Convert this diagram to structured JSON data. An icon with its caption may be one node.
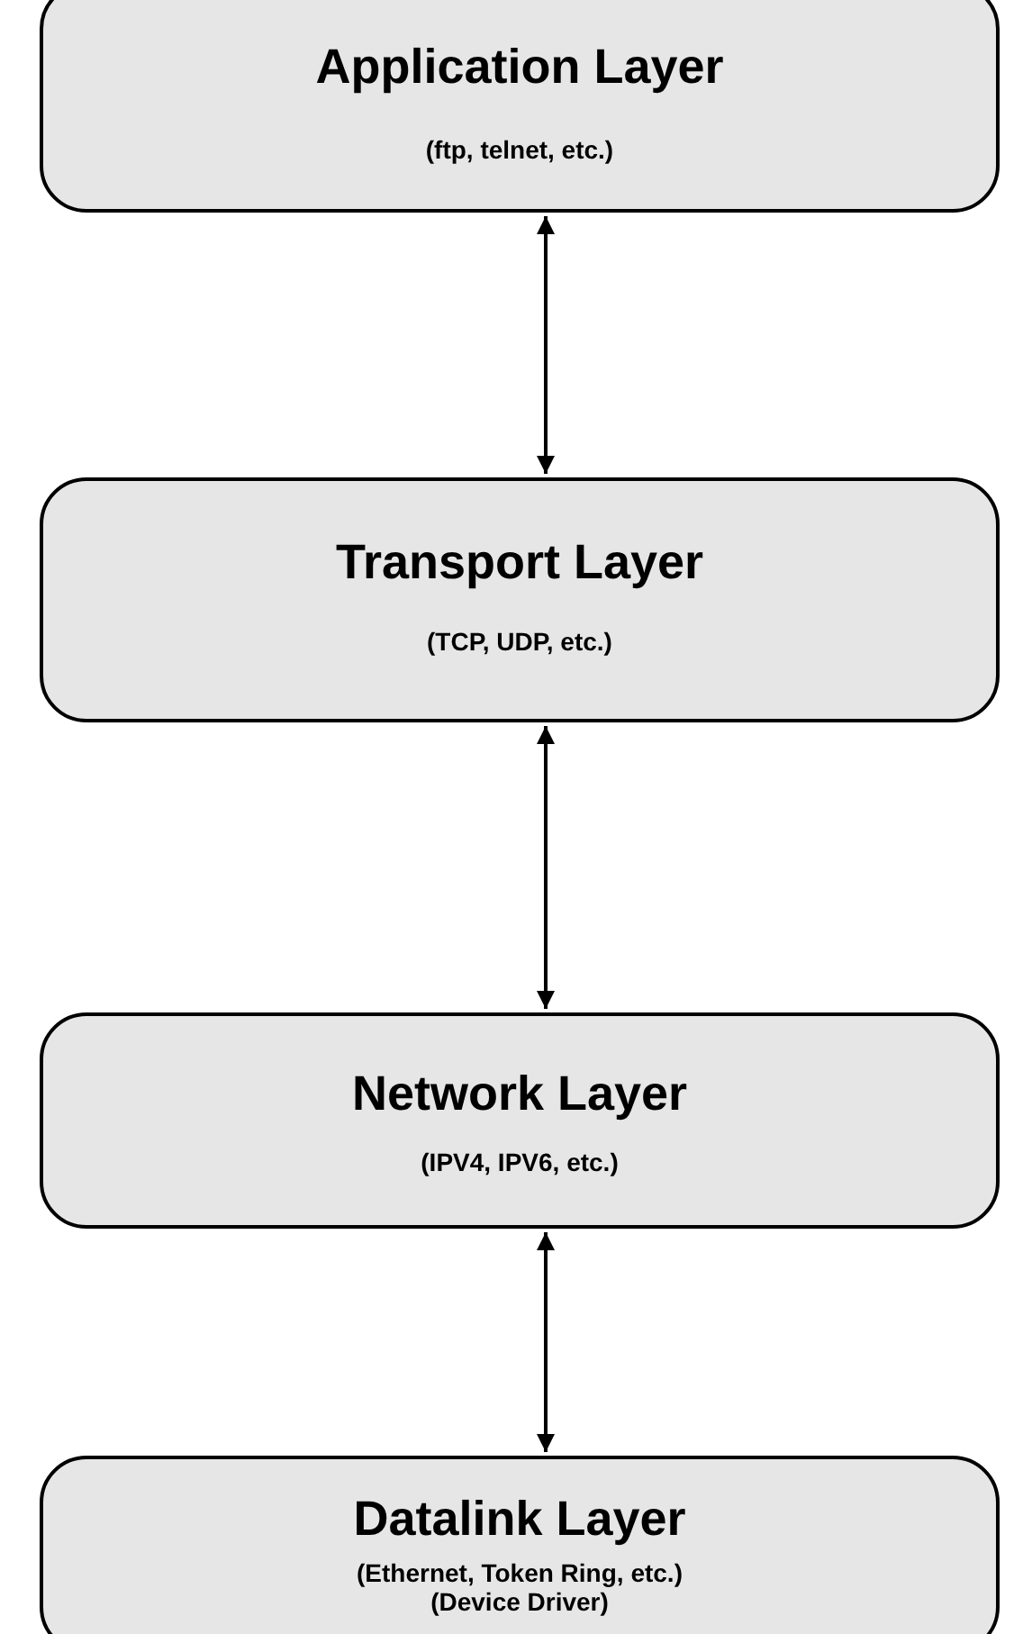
{
  "diagram": {
    "nodes": [
      {
        "text": [
          "Application Layer",
          "(ftp, telnet, etc.)"
        ]
      },
      {
        "text": [
          "Transport Layer",
          "(TCP, UDP, etc.)"
        ]
      },
      {
        "text": [
          "Network Layer",
          "(IPV4, IPV6, etc.)"
        ]
      },
      {
        "text": [
          "Datalink Layer",
          "(Ethernet, Token Ring, etc.) (Device Driver)"
        ]
      }
    ],
    "edges": [
      {
        "from": 0,
        "to": 1,
        "arrow": "both"
      },
      {
        "from": 1,
        "to": 2,
        "arrow": "both"
      },
      {
        "from": 2,
        "to": 3,
        "arrow": "both"
      }
    ]
  }
}
